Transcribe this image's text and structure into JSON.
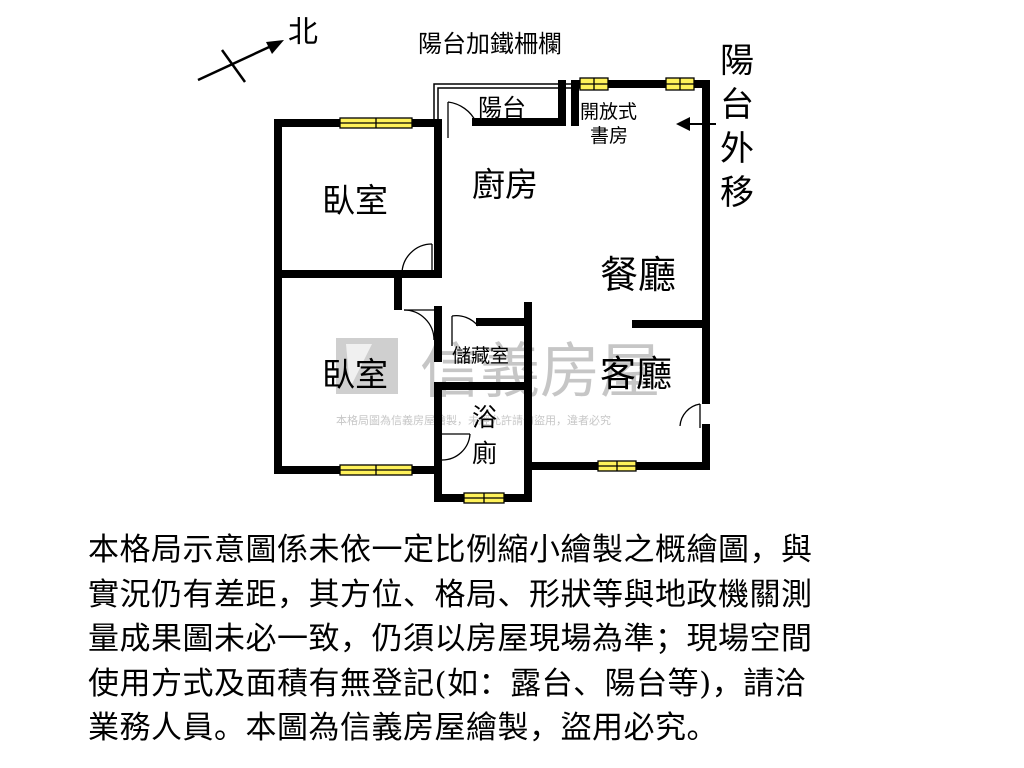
{
  "plan": {
    "north": "北",
    "railing_note": "陽台加鐵柵欄",
    "balcony_moved_note": "陽台外移",
    "rooms": {
      "balcony": "陽台",
      "study_line1": "開放式",
      "study_line2": "書房",
      "kitchen": "廚房",
      "bedroom_1": "臥室",
      "bedroom_2": "臥室",
      "dining": "餐廳",
      "storage": "儲藏室",
      "living": "客廳",
      "bath_line1": "浴",
      "bath_line2": "廁"
    },
    "watermark": {
      "brand": "信義房屋",
      "caption": "本格局圖為信義房屋繪製，未經允許請勿盜用，違者必究"
    },
    "colors": {
      "wall": "#000000",
      "window_fill": "#fff25a",
      "watermark": "#b9b9b9"
    }
  },
  "disclaimer_lines": [
    "本格局示意圖係未依一定比例縮小繪製之概繪圖，與",
    "實況仍有差距，其方位、格局、形狀等與地政機關測",
    "量成果圖未必一致，仍須以房屋現場為準；現場空間",
    "使用方式及面積有無登記(如：露台、陽台等)，請洽",
    "業務人員。本圖為信義房屋繪製，盜用必究。"
  ]
}
